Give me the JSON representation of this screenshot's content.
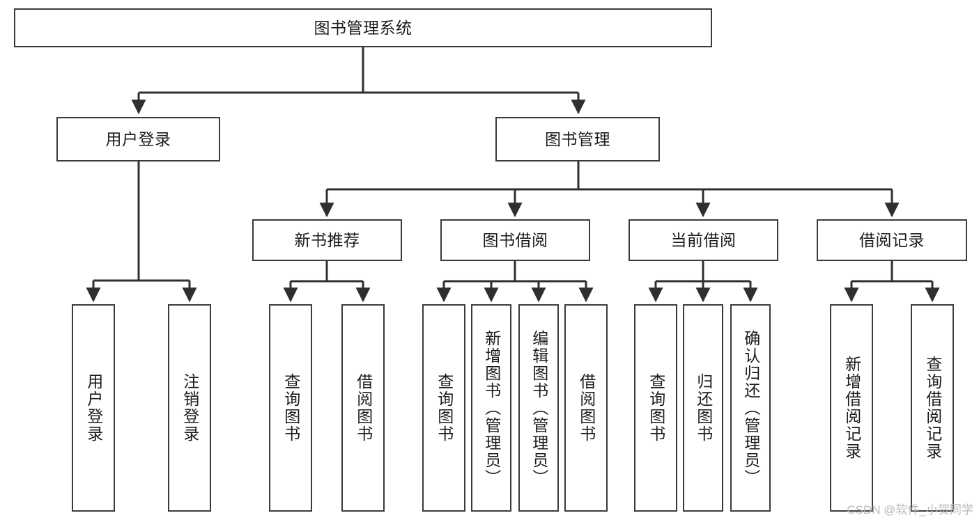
{
  "diagram": {
    "title": "图书管理系统",
    "type": "tree-hierarchy",
    "watermark": "CSDN @软件_小贺同学",
    "colors": {
      "box_border": "#3b3b3b",
      "box_fill": "#ffffff",
      "edge": "#2f2f2f",
      "text": "#1c1c1c",
      "background": "#ffffff",
      "watermark": "#b9b9b9"
    },
    "root": {
      "label": "图书管理系统"
    },
    "level1": [
      {
        "label": "用户登录"
      },
      {
        "label": "图书管理"
      }
    ],
    "level2": [
      {
        "label": "新书推荐"
      },
      {
        "label": "图书借阅"
      },
      {
        "label": "当前借阅"
      },
      {
        "label": "借阅记录"
      }
    ],
    "leaves": {
      "user_login": [
        {
          "label": "用户登录"
        },
        {
          "label": "注销登录"
        }
      ],
      "new_book_recommend": [
        {
          "label": "查询图书"
        },
        {
          "label": "借阅图书"
        }
      ],
      "book_borrow": [
        {
          "label": "查询图书"
        },
        {
          "label": "新增图书（管理员）"
        },
        {
          "label": "编辑图书（管理员）"
        },
        {
          "label": "借阅图书"
        }
      ],
      "current_borrow": [
        {
          "label": "查询图书"
        },
        {
          "label": "归还图书"
        },
        {
          "label": "确认归还（管理员）"
        }
      ],
      "borrow_record": [
        {
          "label": "新增借阅记录"
        },
        {
          "label": "查询借阅记录"
        }
      ]
    }
  }
}
